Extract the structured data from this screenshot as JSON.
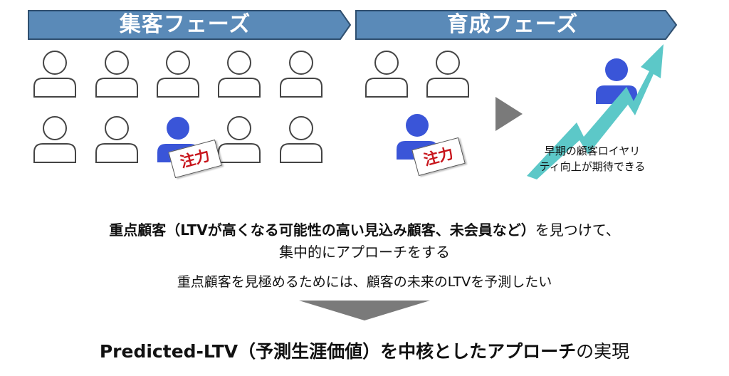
{
  "phases": {
    "acquisition": "集客フェーズ",
    "nurture": "育成フェーズ"
  },
  "tags": {
    "focus_left": "注力",
    "focus_right": "注力"
  },
  "growth": {
    "line1": "早期の顧客ロイヤリ",
    "line2": "ティ向上が期待できる"
  },
  "statement": {
    "line1_bold": "重点顧客（LTVが高くなる可能性の高い見込み顧客、未会員など）",
    "line1_rest": "を見つけて、",
    "line2": "集中的にアプローチをする"
  },
  "need": "重点顧客を見極めるためには、顧客の未来のLTVを予測したい",
  "conclusion": {
    "bold": "Predicted-LTV（予測生涯価値）を中核としたアプローチ",
    "rest": "の実現"
  },
  "colors": {
    "phase_bar": "#5a8ab8",
    "phase_bar_border": "#2f4f6f",
    "person_outline": "#444444",
    "person_highlight": "#3a55d8",
    "growth_arrow": "#5cc8c8",
    "gray_arrow": "#7a7a7a",
    "tag_text": "#c8161d"
  }
}
